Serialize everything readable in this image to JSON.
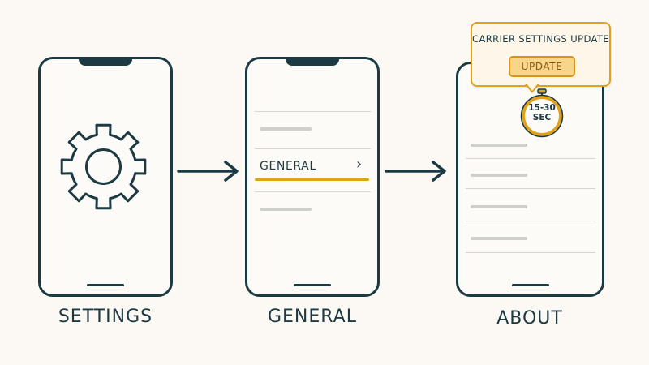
{
  "steps": [
    {
      "caption": "SETTINGS"
    },
    {
      "caption": "GENERAL"
    },
    {
      "caption": "ABOUT"
    }
  ],
  "general_screen": {
    "highlighted_item": "GENERAL",
    "chevron": "›"
  },
  "about_screen": {
    "popup_title": "CARRIER SETTINGS UPDATE",
    "popup_button": "UPDATE",
    "timer_line1": "15-30",
    "timer_line2": "SEC"
  },
  "icons": {
    "settings": "gear-icon",
    "flow": "arrow-right-icon",
    "timer": "stopwatch-icon"
  },
  "colors": {
    "ink": "#1b3a42",
    "accent": "#e0a11b",
    "background": "#fcf8f3"
  }
}
